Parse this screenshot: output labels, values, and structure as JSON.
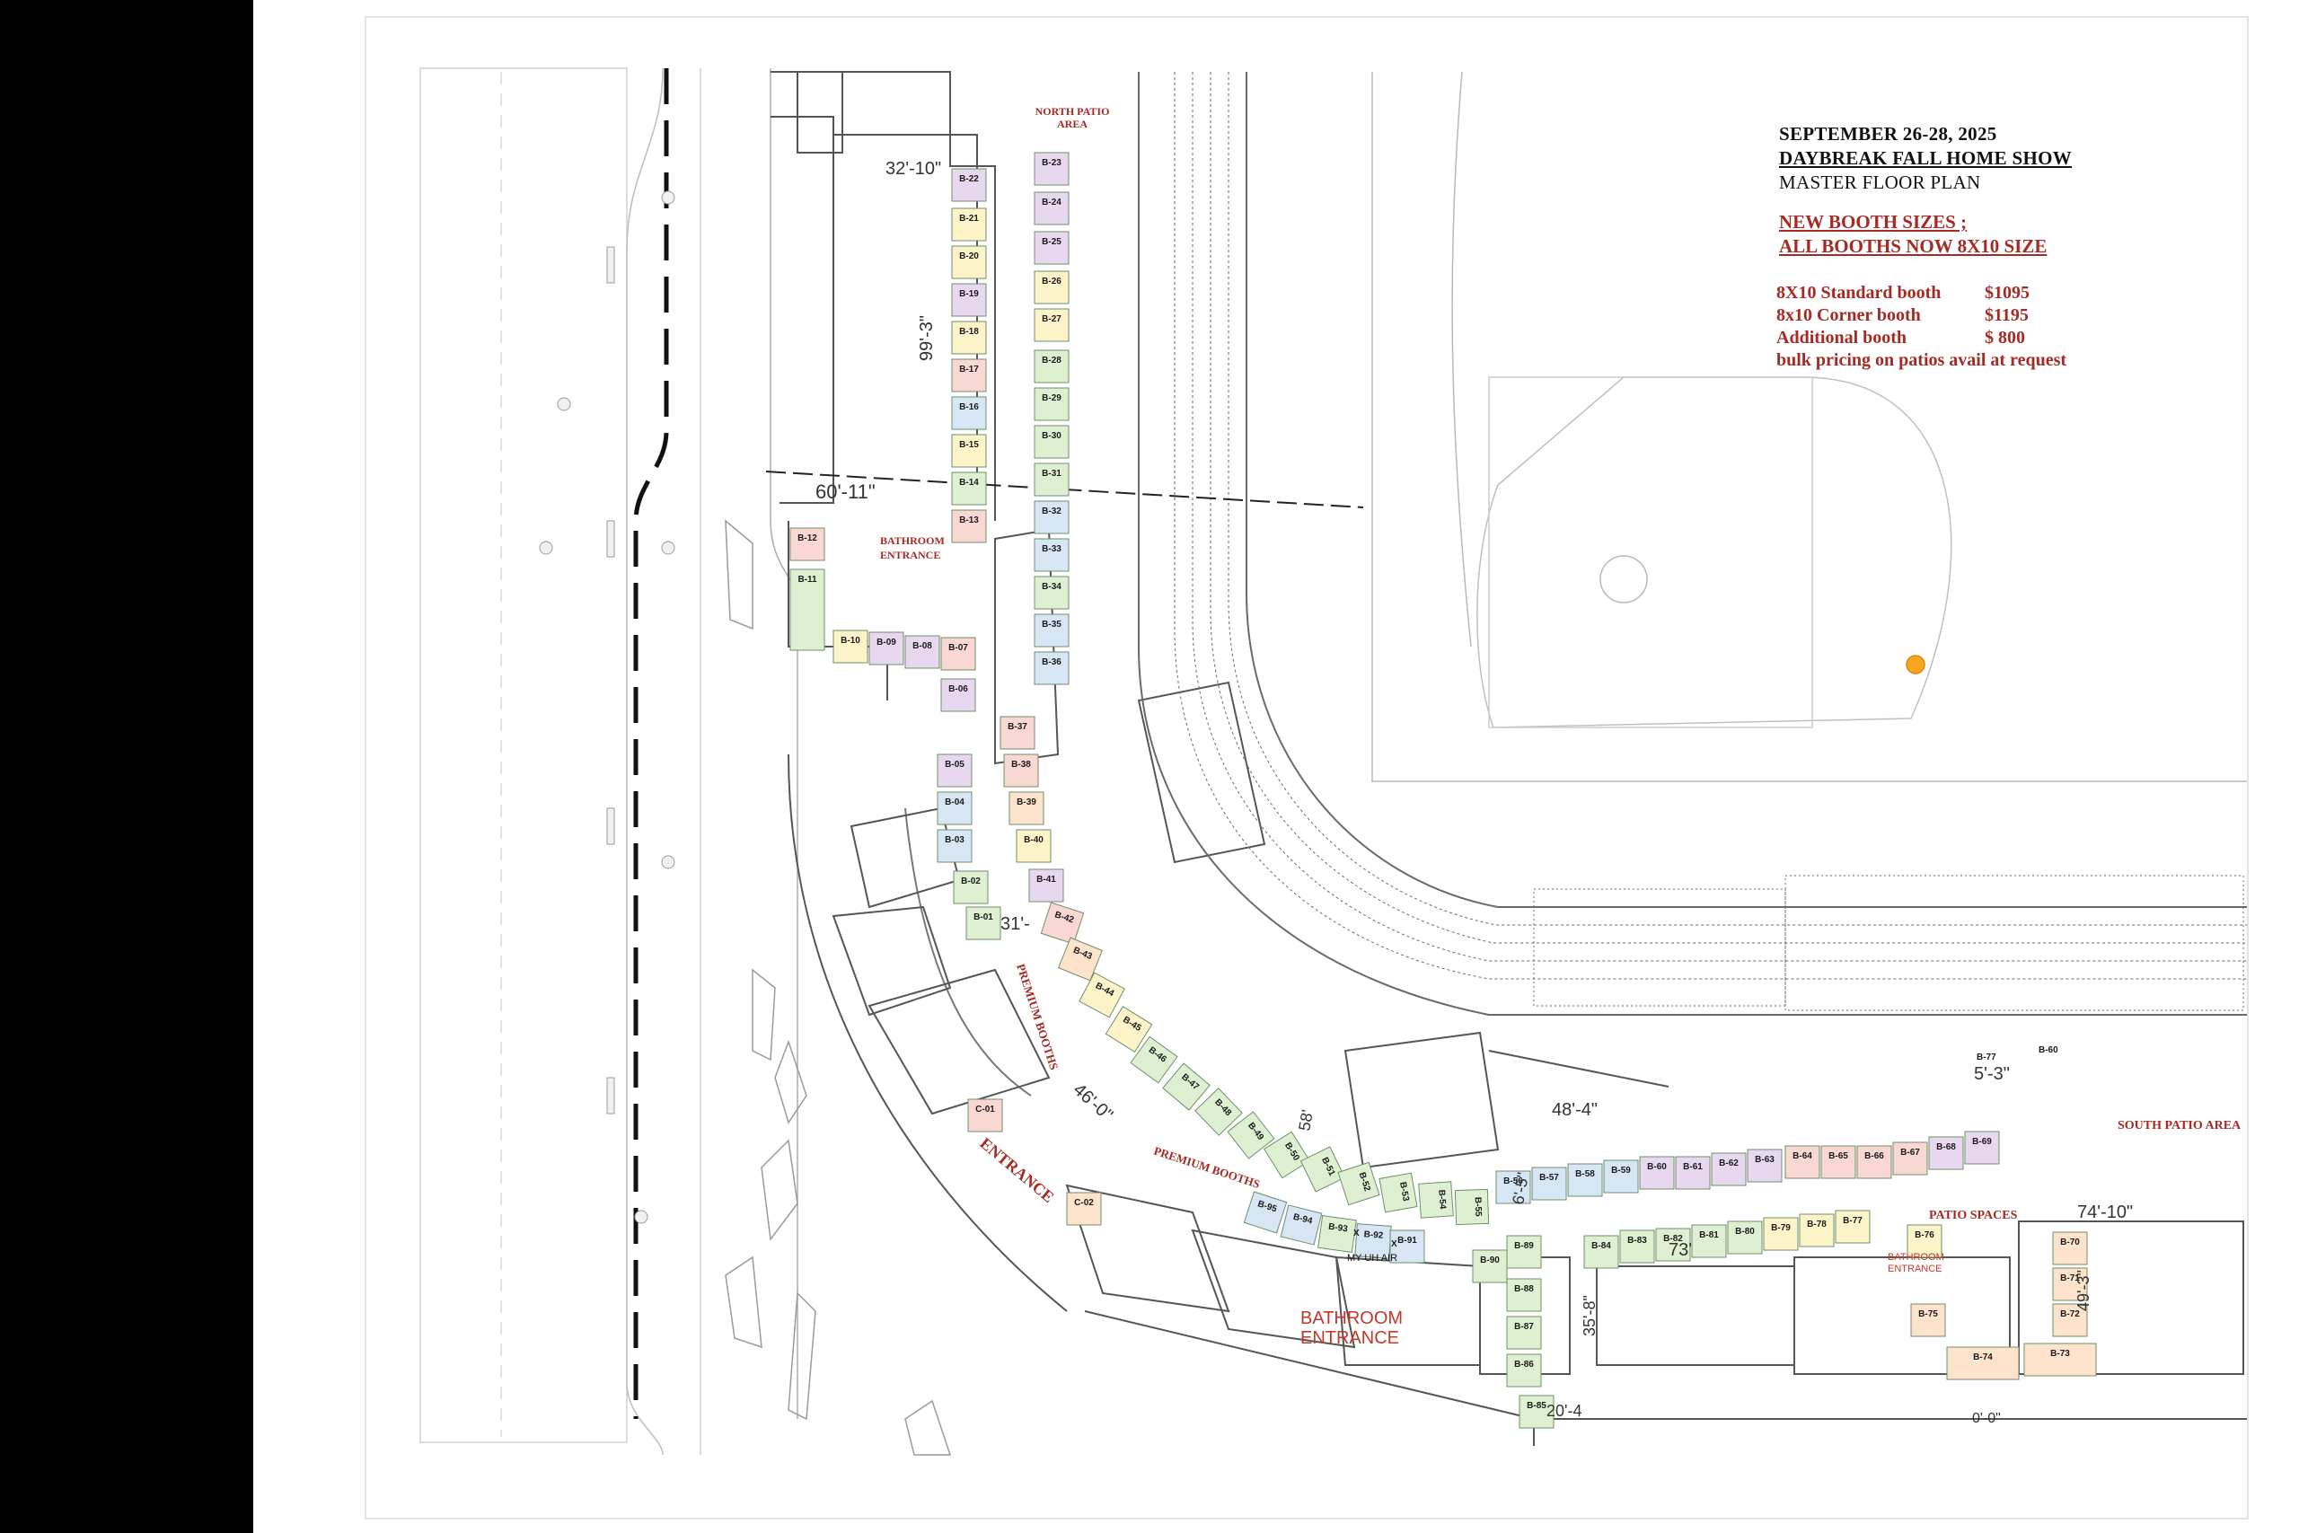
{
  "title": {
    "dates": "SEPTEMBER 26-28, 2025",
    "event": "DAYBREAK FALL HOME SHOW",
    "plan": "MASTER FLOOR PLAN"
  },
  "notice": {
    "line1": "NEW BOOTH SIZES ;",
    "line2": "ALL BOOTHS NOW 8X10 SIZE"
  },
  "pricing": [
    {
      "label": "8X10 Standard booth",
      "price": "$1095"
    },
    {
      "label": "8x10  Corner booth",
      "price": "$1195"
    },
    {
      "label": "Additional booth",
      "price": "$  800"
    }
  ],
  "pricing_note": "bulk pricing on patios avail at request",
  "areas": {
    "north_patio": [
      "NORTH PATIO",
      "AREA"
    ],
    "south_patio": "SOUTH PATIO AREA",
    "patio_spaces": "PATIO SPACES",
    "premium_booths_1": "PREMIUM BOOTHS",
    "premium_booths_2": "PREMIUM BOOTHS",
    "entrance": "ENTRANCE",
    "bathroom_entrance_north": [
      "BATHROOM",
      "ENTRANCE"
    ],
    "bathroom_entrance_main": [
      "BATHROOM",
      "ENTRANCE"
    ],
    "bathroom_entrance_east": [
      "BATHROOM",
      "ENTRANCE"
    ],
    "myuhair": "MY UH AIR"
  },
  "dimensions": {
    "d1": "32'-10\"",
    "d2": "99'-3\"",
    "d3": "60'-11\"",
    "d4": "31'-",
    "d5": "46'-0\"",
    "d6": "48'-4\"",
    "d7": "5'-3\"",
    "d8": "6'-5\"",
    "d9": "73'",
    "d10": "35'-8\"",
    "d11": "74'-10\"",
    "d12": "49'-3\"",
    "d13": "20'-4",
    "d14": "0'-0\"",
    "d15": "58'"
  },
  "booth_marks": {
    "x1": "X",
    "x2": "X"
  },
  "booths": [
    {
      "id": "B-22",
      "color": "#e7d8f0"
    },
    {
      "id": "B-21",
      "color": "#fdf3c9"
    },
    {
      "id": "B-20",
      "color": "#fdf3c9"
    },
    {
      "id": "B-19",
      "color": "#e7d8f0"
    },
    {
      "id": "B-18",
      "color": "#fdf3c9"
    },
    {
      "id": "B-17",
      "color": "#f9d7d3"
    },
    {
      "id": "B-16",
      "color": "#d6e6f5"
    },
    {
      "id": "B-15",
      "color": "#fdf3c9"
    },
    {
      "id": "B-14",
      "color": "#dff0d2"
    },
    {
      "id": "B-13",
      "color": "#f9d7d3"
    },
    {
      "id": "B-23",
      "color": "#e7d8f0"
    },
    {
      "id": "B-24",
      "color": "#e7d8f0"
    },
    {
      "id": "B-25",
      "color": "#e7d8f0"
    },
    {
      "id": "B-26",
      "color": "#fdf3c9"
    },
    {
      "id": "B-27",
      "color": "#fdf3c9"
    },
    {
      "id": "B-28",
      "color": "#dff0d2"
    },
    {
      "id": "B-29",
      "color": "#dff0d2"
    },
    {
      "id": "B-30",
      "color": "#dff0d2"
    },
    {
      "id": "B-31",
      "color": "#dff0d2"
    },
    {
      "id": "B-32",
      "color": "#d6e6f5"
    },
    {
      "id": "B-33",
      "color": "#d6e6f5"
    },
    {
      "id": "B-34",
      "color": "#dff0d2"
    },
    {
      "id": "B-35",
      "color": "#d6e6f5"
    },
    {
      "id": "B-36",
      "color": "#d6e6f5"
    },
    {
      "id": "B-12",
      "color": "#f9d7d3"
    },
    {
      "id": "B-11",
      "color": "#dff0d2"
    },
    {
      "id": "B-10",
      "color": "#fdf3c9"
    },
    {
      "id": "B-09",
      "color": "#e7d8f0"
    },
    {
      "id": "B-08",
      "color": "#e7d8f0"
    },
    {
      "id": "B-07",
      "color": "#f9d7d3"
    },
    {
      "id": "B-06",
      "color": "#e7d8f0"
    },
    {
      "id": "B-05",
      "color": "#e7d8f0"
    },
    {
      "id": "B-04",
      "color": "#d6e6f5"
    },
    {
      "id": "B-03",
      "color": "#d6e6f5"
    },
    {
      "id": "B-02",
      "color": "#dff0d2"
    },
    {
      "id": "B-01",
      "color": "#dff0d2"
    },
    {
      "id": "B-37",
      "color": "#f9d7d3"
    },
    {
      "id": "B-38",
      "color": "#f9d7d3"
    },
    {
      "id": "B-39",
      "color": "#fde3cc"
    },
    {
      "id": "B-40",
      "color": "#fdf3c9"
    },
    {
      "id": "B-41",
      "color": "#e7d8f0"
    },
    {
      "id": "B-42",
      "color": "#f9d7d3"
    },
    {
      "id": "B-43",
      "color": "#fde3cc"
    },
    {
      "id": "B-44",
      "color": "#fdf3c9"
    },
    {
      "id": "B-45",
      "color": "#fdf3c9"
    },
    {
      "id": "B-46",
      "color": "#dff0d2"
    },
    {
      "id": "B-47",
      "color": "#dff0d2"
    },
    {
      "id": "B-48",
      "color": "#dff0d2"
    },
    {
      "id": "B-49",
      "color": "#dff0d2"
    },
    {
      "id": "B-50",
      "color": "#dff0d2"
    },
    {
      "id": "B-51",
      "color": "#dff0d2"
    },
    {
      "id": "B-52",
      "color": "#dff0d2"
    },
    {
      "id": "B-53",
      "color": "#dff0d2"
    },
    {
      "id": "B-54",
      "color": "#dff0d2"
    },
    {
      "id": "B-55",
      "color": "#dff0d2"
    },
    {
      "id": "B-56",
      "color": "#d6e6f5"
    },
    {
      "id": "B-57",
      "color": "#d6e6f5"
    },
    {
      "id": "B-58",
      "color": "#d6e6f5"
    },
    {
      "id": "B-59",
      "color": "#d6e6f5"
    },
    {
      "id": "B-60",
      "color": "#e7d8f0"
    },
    {
      "id": "B-61",
      "color": "#e7d8f0"
    },
    {
      "id": "B-62",
      "color": "#e7d8f0"
    },
    {
      "id": "B-63",
      "color": "#e7d8f0"
    },
    {
      "id": "B-64",
      "color": "#f9d7d3"
    },
    {
      "id": "B-65",
      "color": "#f9d7d3"
    },
    {
      "id": "B-66",
      "color": "#f9d7d3"
    },
    {
      "id": "B-67",
      "color": "#f9d7d3"
    },
    {
      "id": "B-68",
      "color": "#e7d8f0"
    },
    {
      "id": "B-69",
      "color": "#e7d8f0"
    },
    {
      "id": "B-95",
      "color": "#d6e6f5"
    },
    {
      "id": "B-94",
      "color": "#d6e6f5"
    },
    {
      "id": "B-93",
      "color": "#dff0d2"
    },
    {
      "id": "B-92",
      "color": "#d6e6f5"
    },
    {
      "id": "B-91",
      "color": "#d6e6f5"
    },
    {
      "id": "B-90",
      "color": "#dff0d2"
    },
    {
      "id": "B-89",
      "color": "#dff0d2"
    },
    {
      "id": "B-88",
      "color": "#dff0d2"
    },
    {
      "id": "B-87",
      "color": "#dff0d2"
    },
    {
      "id": "B-86",
      "color": "#dff0d2"
    },
    {
      "id": "B-85",
      "color": "#dff0d2"
    },
    {
      "id": "B-84",
      "color": "#dff0d2"
    },
    {
      "id": "B-83",
      "color": "#dff0d2"
    },
    {
      "id": "B-82",
      "color": "#dff0d2"
    },
    {
      "id": "B-81",
      "color": "#dff0d2"
    },
    {
      "id": "B-80",
      "color": "#dff0d2"
    },
    {
      "id": "B-79",
      "color": "#fdf3c9"
    },
    {
      "id": "B-78",
      "color": "#fdf3c9"
    },
    {
      "id": "B-77",
      "color": "#fdf3c9"
    },
    {
      "id": "B-76",
      "color": "#fdf3c9"
    },
    {
      "id": "B-70",
      "color": "#fde3cc"
    },
    {
      "id": "B-71",
      "color": "#fde3cc"
    },
    {
      "id": "B-72",
      "color": "#fde3cc"
    },
    {
      "id": "B-75",
      "color": "#fde3cc"
    },
    {
      "id": "B-74",
      "color": "#fde3cc"
    },
    {
      "id": "B-73",
      "color": "#fde3cc"
    },
    {
      "id": "C-01",
      "color": "#f9d7d3"
    },
    {
      "id": "C-02",
      "color": "#fde3cc"
    }
  ],
  "plan_labels": {
    "b77_top": "B-77",
    "b60_top": "B-60"
  }
}
